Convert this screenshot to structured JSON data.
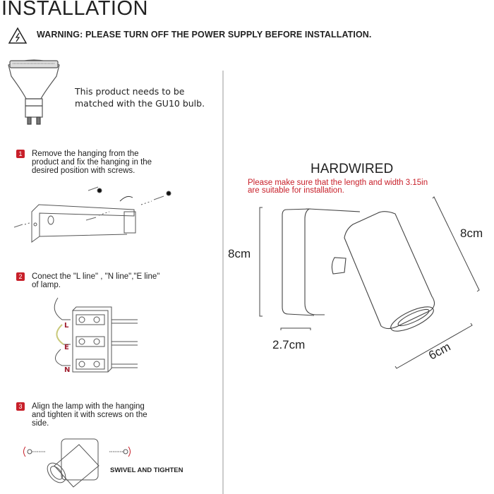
{
  "title": "INSTALLATION",
  "warning": {
    "icon": "warning-triangle-icon",
    "text": "WARNING: PLEASE TURN OFF THE POWER SUPPLY BEFORE INSTALLATION."
  },
  "bulb_note": {
    "line1": "This product needs to be",
    "line2": "matched with the GU10 bulb."
  },
  "steps": [
    {
      "number": "1",
      "lines": [
        "Remove the hanging from the",
        "product and fix the hanging in the",
        "desired position with screws."
      ]
    },
    {
      "number": "2",
      "lines": [
        "Conect the \"L line\" , \"N line\",\"E line\"",
        "of lamp."
      ]
    },
    {
      "number": "3",
      "lines": [
        "Align the lamp with the hanging",
        "and tighten it with screws on the",
        "side."
      ]
    }
  ],
  "wire_labels": {
    "l": "L",
    "e": "E",
    "n": "N"
  },
  "swivel_label": "SWIVEL AND TIGHTEN",
  "hardwired": {
    "title": "HARDWIRED",
    "note_line1": "Please make sure that the length and width 3.15in",
    "note_line2": "are suitable for installation.",
    "dim_height_left": "8cm",
    "dim_height_right": "8cm",
    "dim_depth": "2.7cm",
    "dim_width": "6cm"
  },
  "colors": {
    "accent_red": "#c8202a",
    "earth_wire": "#c9c97a"
  }
}
